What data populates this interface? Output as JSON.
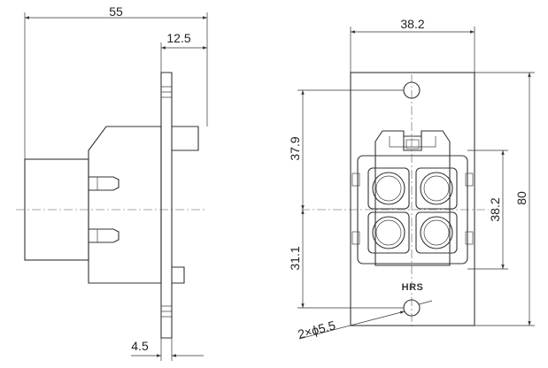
{
  "dimensions": {
    "side_width": "55",
    "side_flange": "12.5",
    "side_flange_thickness": "4.5",
    "front_width": "38.2",
    "front_height": "80",
    "front_upper": "37.9",
    "front_lower": "31.1",
    "front_body": "38.2",
    "holes": "2×ϕ5.5"
  },
  "marking": "HRS"
}
